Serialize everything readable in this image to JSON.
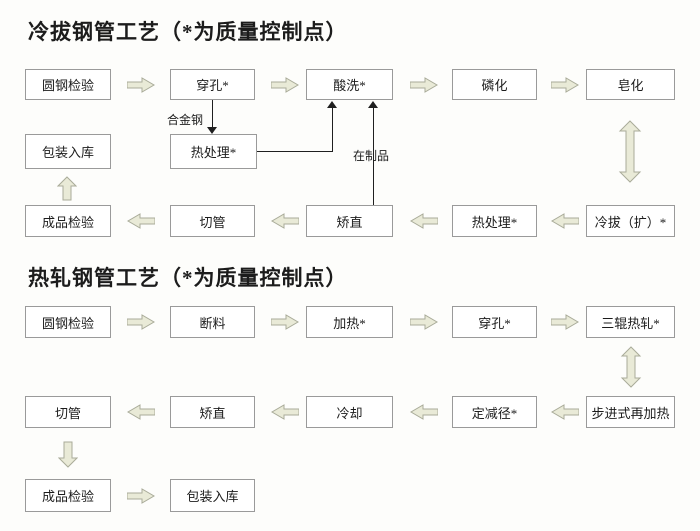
{
  "colors": {
    "bg": "#fdfdfb",
    "box_fill": "#ffffff",
    "box_border": "#9a9a9a",
    "arrow_fill": "#e9ead7",
    "arrow_border": "#a9ab99",
    "line_color": "#1f1f1f",
    "text_color": "#1c1c1c"
  },
  "s1": {
    "title": "冷拔钢管工艺（*为质量控制点）",
    "boxes": {
      "round_inspection": "圆钢检验",
      "piercing": "穿孔*",
      "pickling": "酸洗*",
      "phosphating": "磷化",
      "saponification": "皂化",
      "packing": "包装入库",
      "heat_treatment_alloy": "热处理*",
      "final_inspection": "成品检验",
      "cut_pipe": "切管",
      "straighten": "矫直",
      "heat_treatment": "热处理*",
      "cold_draw": "冷拔（扩）*"
    },
    "annotations": {
      "alloy_steel": "合金钢",
      "in_process": "在制品"
    }
  },
  "s2": {
    "title": "热轧钢管工艺（*为质量控制点）",
    "boxes": {
      "round_inspection": "圆钢检验",
      "cut_material": "断料",
      "heating": "加热*",
      "piercing": "穿孔*",
      "three_roll_hot_rolling": "三辊热轧*",
      "cut_pipe": "切管",
      "straighten": "矫直",
      "cooling": "冷却",
      "sizing_reducing": "定减径*",
      "step_reheating": "步进式再加热",
      "final_inspection": "成品检验",
      "packing": "包装入库"
    }
  }
}
